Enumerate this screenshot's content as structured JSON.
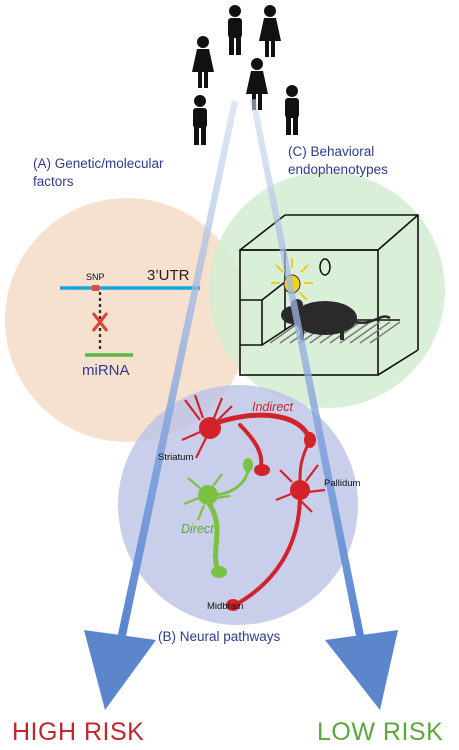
{
  "labels": {
    "genetic_line1": "(A) Genetic/molecular",
    "genetic_line2": "factors",
    "behavioral_line1": "(C) Behavioral",
    "behavioral_line2": "endophenotypes",
    "neural": "(B) Neural pathways",
    "snp": "SNP",
    "utr": "3’UTR",
    "mirna": "miRNA",
    "indirect": "Indirect",
    "direct": "Direct",
    "striatum": "Striatum",
    "pallidum": "Pallidum",
    "midbrain": "Midbrain",
    "high_risk": "HIGH RISK",
    "low_risk": "LOW RISK"
  },
  "colors": {
    "genetic_circle": "#f3dcc4",
    "behavioral_circle": "#d3ecd0",
    "neural_circle": "#bcc2e6",
    "arrow": "#5b86cc",
    "high_risk": "#c0272d",
    "low_risk": "#5aa83a",
    "indirect_neuron": "#d2232a",
    "direct_neuron": "#7cc242",
    "utr_line": "#1ea3d8",
    "mirna_line": "#58b947"
  },
  "icons": [
    "person-icon",
    "mouse-icon",
    "light-bulb-icon",
    "neuron-icon",
    "cross-icon"
  ]
}
